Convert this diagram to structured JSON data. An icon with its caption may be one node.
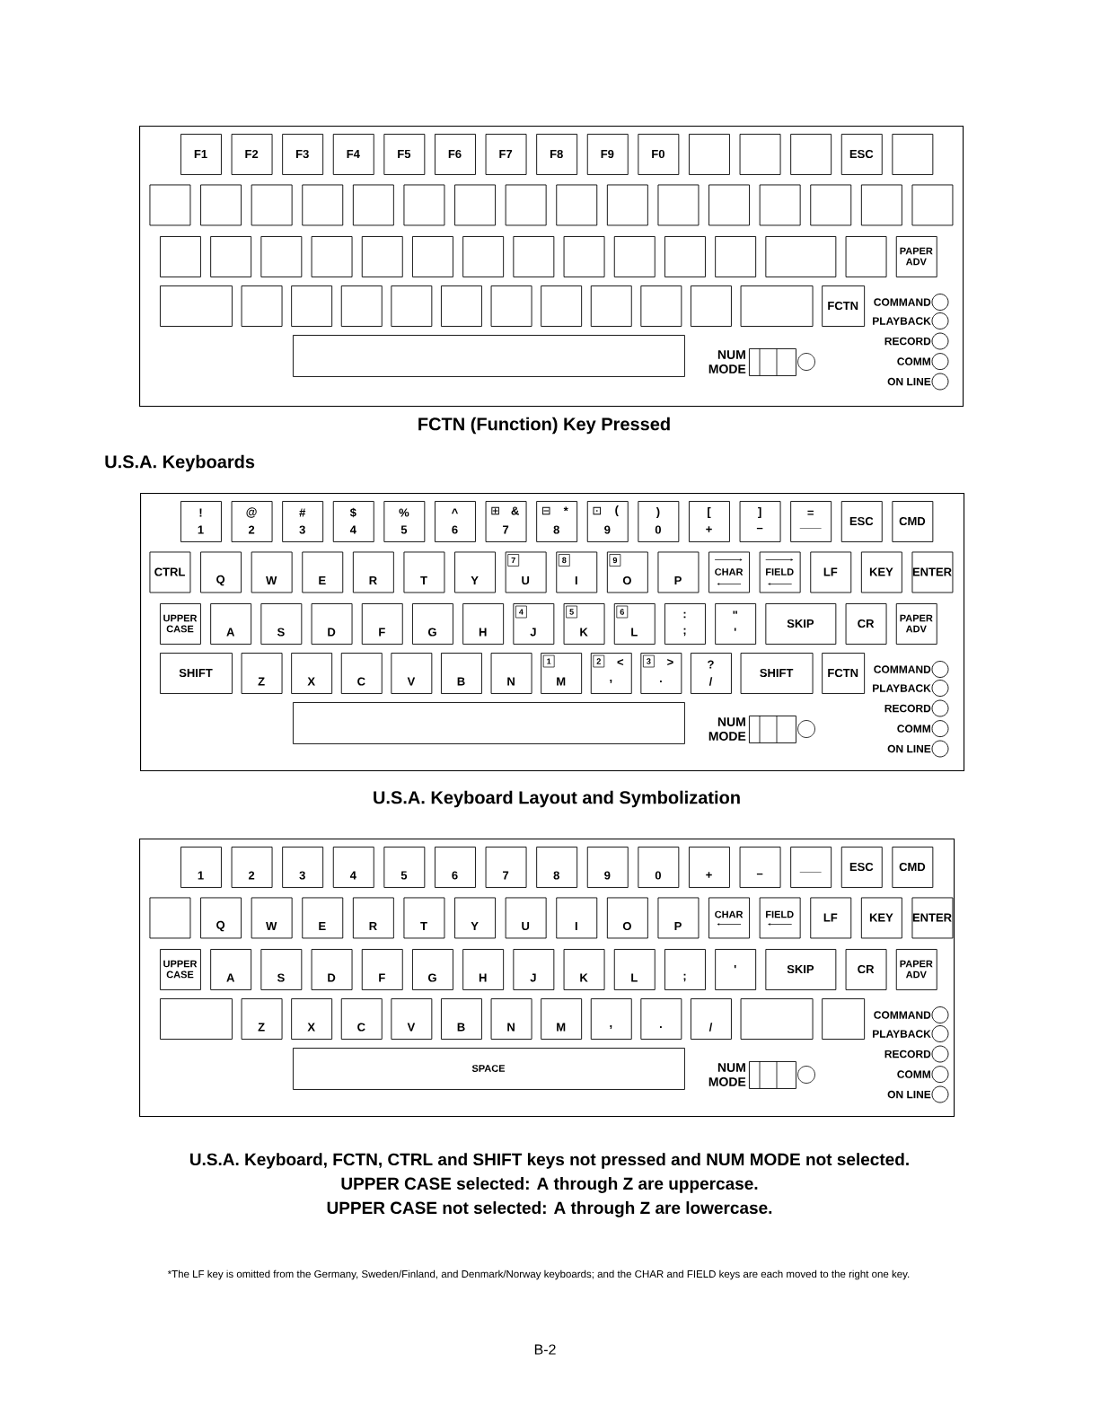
{
  "diagram": {
    "nodes": [
      {
        "text": [],
        "shape": "box"
      },
      {
        "text": [
          "F1"
        ],
        "in": 0
      },
      {
        "text": [
          "F2"
        ],
        "in": 0
      },
      {
        "text": [
          "F3"
        ],
        "in": 0
      },
      {
        "text": [
          "F4"
        ],
        "in": 0
      },
      {
        "text": [
          "F5"
        ],
        "in": 0
      },
      {
        "text": [
          "F6"
        ],
        "in": 0
      },
      {
        "text": [
          "F7"
        ],
        "in": 0
      },
      {
        "text": [
          "F8"
        ],
        "in": 0
      },
      {
        "text": [
          "F9"
        ],
        "in": 0
      },
      {
        "text": [
          "F0"
        ],
        "in": 0
      },
      {
        "text": [],
        "shape": "box",
        "in": 0
      },
      {
        "text": [],
        "shape": "box",
        "in": 0
      },
      {
        "text": [],
        "shape": "box",
        "in": 0
      },
      {
        "text": [
          "ESC"
        ],
        "in": 0
      },
      {
        "text": [],
        "shape": "box",
        "in": 0
      },
      {
        "text": [],
        "shape": "box",
        "in": 0
      },
      {
        "text": [],
        "shape": "box",
        "in": 0
      },
      {
        "text": [],
        "shape": "box",
        "in": 0
      },
      {
        "text": [],
        "shape": "box",
        "in": 0
      },
      {
        "text": [],
        "shape": "box",
        "in": 0
      },
      {
        "text": [],
        "shape": "box",
        "in": 0
      },
      {
        "text": [],
        "shape": "box",
        "in": 0
      },
      {
        "text": [],
        "shape": "box",
        "in": 0
      },
      {
        "text": [],
        "shape": "box",
        "in": 0
      },
      {
        "text": [],
        "shape": "box",
        "in": 0
      },
      {
        "text": [],
        "shape": "box",
        "in": 0
      },
      {
        "text": [],
        "shape": "box",
        "in": 0
      },
      {
        "text": [],
        "shape": "box",
        "in": 0
      },
      {
        "text": [],
        "shape": "box",
        "in": 0
      },
      {
        "text": [],
        "shape": "box",
        "in": 0
      },
      {
        "text": [],
        "shape": "box",
        "in": 0
      },
      {
        "text": [],
        "shape": "box",
        "in": 0
      },
      {
        "text": [],
        "shape": "box",
        "in": 0
      },
      {
        "text": [],
        "shape": "box",
        "in": 0
      },
      {
        "text": [],
        "shape": "box",
        "in": 0
      },
      {
        "text": [],
        "shape": "box",
        "in": 0
      },
      {
        "text": [],
        "shape": "box",
        "in": 0
      },
      {
        "text": [],
        "shape": "box",
        "in": 0
      },
      {
        "text": [],
        "shape": "box",
        "in": 0
      },
      {
        "text": [],
        "shape": "box",
        "in": 0
      },
      {
        "text": [],
        "shape": "box",
        "in": 0
      },
      {
        "text": [],
        "shape": "box",
        "in": 0
      },
      {
        "text": [],
        "shape": "box",
        "in": 0
      },
      {
        "text": [],
        "shape": "box",
        "in": 0
      },
      {
        "text": [],
        "shape": "box",
        "in": 0
      },
      {
        "text": [
          "PAPER ADV"
        ],
        "in": 0
      },
      {
        "text": [],
        "shape": "box",
        "in": 0
      },
      {
        "text": [],
        "shape": "box",
        "in": 0
      },
      {
        "text": [],
        "shape": "box",
        "in": 0
      },
      {
        "text": [],
        "shape": "box",
        "in": 0
      },
      {
        "text": [],
        "shape": "box",
        "in": 0
      },
      {
        "text": [],
        "shape": "box",
        "in": 0
      },
      {
        "text": [],
        "shape": "box",
        "in": 0
      },
      {
        "text": [],
        "shape": "box",
        "in": 0
      },
      {
        "text": [],
        "shape": "box",
        "in": 0
      },
      {
        "text": [],
        "shape": "box",
        "in": 0
      },
      {
        "text": [],
        "shape": "box",
        "in": 0
      },
      {
        "text": [],
        "shape": "box",
        "in": 0
      },
      {
        "text": [
          "FCTN"
        ],
        "in": 0
      },
      {
        "text": [],
        "shape": "box",
        "in": 0
      },
      {
        "text": [],
        "shape": "switch",
        "beside": [
          "NUM MODE"
        ],
        "in": 0
      },
      {
        "text": [],
        "shape": "circle",
        "beside": [
          "COMMAND"
        ],
        "in": 0
      },
      {
        "text": [],
        "shape": "circle",
        "beside": [
          "PLAYBACK"
        ],
        "in": 0
      },
      {
        "text": [],
        "shape": "circle",
        "beside": [
          "RECORD"
        ],
        "in": 0
      },
      {
        "text": [],
        "shape": "circle",
        "beside": [
          "COMM"
        ],
        "in": 0
      },
      {
        "text": [],
        "shape": "circle",
        "beside": [
          "ON LINE"
        ],
        "in": 0
      },
      {
        "text": [],
        "shape": "box"
      },
      {
        "text": [
          "!",
          "1"
        ],
        "in": 67
      },
      {
        "text": [
          "@",
          "2"
        ],
        "in": 67
      },
      {
        "text": [
          "#",
          "3"
        ],
        "in": 67
      },
      {
        "text": [
          "$",
          "4"
        ],
        "in": 67
      },
      {
        "text": [
          "%",
          "5"
        ],
        "in": 67
      },
      {
        "text": [
          "^",
          "6"
        ],
        "in": 67
      },
      {
        "text": [
          "⊞",
          "&",
          "7"
        ],
        "in": 67
      },
      {
        "text": [
          "⊟",
          "*",
          "8"
        ],
        "in": 67
      },
      {
        "text": [
          "⊡",
          "(",
          "9"
        ],
        "in": 67
      },
      {
        "text": [
          ")",
          "0"
        ],
        "in": 67
      },
      {
        "text": [
          "[",
          "+"
        ],
        "in": 67
      },
      {
        "text": [
          "]",
          "–"
        ],
        "in": 67
      },
      {
        "text": [
          "=",
          "_"
        ],
        "in": 67
      },
      {
        "text": [
          "ESC"
        ],
        "in": 67
      },
      {
        "text": [
          "CMD"
        ],
        "in": 67
      },
      {
        "text": [
          "CTRL"
        ],
        "in": 67
      },
      {
        "text": [
          "Q"
        ],
        "in": 67
      },
      {
        "text": [
          "W"
        ],
        "in": 67
      },
      {
        "text": [
          "E"
        ],
        "in": 67
      },
      {
        "text": [
          "R"
        ],
        "in": 67
      },
      {
        "text": [
          "T"
        ],
        "in": 67
      },
      {
        "text": [
          "Y"
        ],
        "in": 67
      },
      {
        "text": [
          "7",
          "U"
        ],
        "in": 67
      },
      {
        "text": [
          "8",
          "I"
        ],
        "in": 67
      },
      {
        "text": [
          "9",
          "O"
        ],
        "in": 67
      },
      {
        "text": [
          "P"
        ],
        "in": 67
      },
      {
        "text": [
          "CHAR"
        ],
        "in": 67
      },
      {
        "text": [
          "FIELD"
        ],
        "in": 67
      },
      {
        "text": [
          "LF"
        ],
        "in": 67
      },
      {
        "text": [
          "KEY"
        ],
        "in": 67
      },
      {
        "text": [
          "ENTER"
        ],
        "in": 67
      },
      {
        "text": [
          "UPPER CASE"
        ],
        "in": 67
      },
      {
        "text": [
          "A"
        ],
        "in": 67
      },
      {
        "text": [
          "S"
        ],
        "in": 67
      },
      {
        "text": [
          "D"
        ],
        "in": 67
      },
      {
        "text": [
          "F"
        ],
        "in": 67
      },
      {
        "text": [
          "G"
        ],
        "in": 67
      },
      {
        "text": [
          "H"
        ],
        "in": 67
      },
      {
        "text": [
          "4",
          "J"
        ],
        "in": 67
      },
      {
        "text": [
          "5",
          "K"
        ],
        "in": 67
      },
      {
        "text": [
          "6",
          "L"
        ],
        "in": 67
      },
      {
        "text": [
          ":",
          ";"
        ],
        "in": 67
      },
      {
        "text": [
          "\"",
          "'"
        ],
        "in": 67
      },
      {
        "text": [
          "SKIP"
        ],
        "in": 67
      },
      {
        "text": [
          "CR"
        ],
        "in": 67
      },
      {
        "text": [
          "PAPER ADV"
        ],
        "in": 67
      },
      {
        "text": [
          "SHIFT"
        ],
        "in": 67
      },
      {
        "text": [
          "Z"
        ],
        "in": 67
      },
      {
        "text": [
          "X"
        ],
        "in": 67
      },
      {
        "text": [
          "C"
        ],
        "in": 67
      },
      {
        "text": [
          "V"
        ],
        "in": 67
      },
      {
        "text": [
          "B"
        ],
        "in": 67
      },
      {
        "text": [
          "N"
        ],
        "in": 67
      },
      {
        "text": [
          "1",
          "M"
        ],
        "in": 67
      },
      {
        "text": [
          "2",
          "<",
          ","
        ],
        "in": 67
      },
      {
        "text": [
          "3",
          ">",
          "."
        ],
        "in": 67
      },
      {
        "text": [
          "?",
          "/"
        ],
        "in": 67
      },
      {
        "text": [
          "SHIFT"
        ],
        "in": 67
      },
      {
        "text": [
          "FCTN"
        ],
        "in": 67
      },
      {
        "text": [],
        "shape": "box",
        "in": 67
      },
      {
        "text": [],
        "shape": "switch",
        "beside": [
          "NUM MODE"
        ],
        "in": 67
      },
      {
        "text": [],
        "shape": "circle",
        "beside": [
          "COMMAND"
        ],
        "in": 67
      },
      {
        "text": [],
        "shape": "circle",
        "beside": [
          "PLAYBACK"
        ],
        "in": 67
      },
      {
        "text": [],
        "shape": "circle",
        "beside": [
          "RECORD"
        ],
        "in": 67
      },
      {
        "text": [],
        "shape": "circle",
        "beside": [
          "COMM"
        ],
        "in": 67
      },
      {
        "text": [],
        "shape": "circle",
        "beside": [
          "ON LINE"
        ],
        "in": 67
      },
      {
        "text": [],
        "shape": "box"
      },
      {
        "text": [
          "1"
        ],
        "in": 134
      },
      {
        "text": [
          "2"
        ],
        "in": 134
      },
      {
        "text": [
          "3"
        ],
        "in": 134
      },
      {
        "text": [
          "4"
        ],
        "in": 134
      },
      {
        "text": [
          "5"
        ],
        "in": 134
      },
      {
        "text": [
          "6"
        ],
        "in": 134
      },
      {
        "text": [
          "7"
        ],
        "in": 134
      },
      {
        "text": [
          "8"
        ],
        "in": 134
      },
      {
        "text": [
          "9"
        ],
        "in": 134
      },
      {
        "text": [
          "0"
        ],
        "in": 134
      },
      {
        "text": [
          "+"
        ],
        "in": 134
      },
      {
        "text": [
          "–"
        ],
        "in": 134
      },
      {
        "text": [
          "_"
        ],
        "in": 134
      },
      {
        "text": [
          "ESC"
        ],
        "in": 134
      },
      {
        "text": [
          "CMD"
        ],
        "in": 134
      },
      {
        "text": [],
        "shape": "box",
        "in": 134
      },
      {
        "text": [
          "Q"
        ],
        "in": 134
      },
      {
        "text": [
          "W"
        ],
        "in": 134
      },
      {
        "text": [
          "E"
        ],
        "in": 134
      },
      {
        "text": [
          "R"
        ],
        "in": 134
      },
      {
        "text": [
          "T"
        ],
        "in": 134
      },
      {
        "text": [
          "Y"
        ],
        "in": 134
      },
      {
        "text": [
          "U"
        ],
        "in": 134
      },
      {
        "text": [
          "I"
        ],
        "in": 134
      },
      {
        "text": [
          "O"
        ],
        "in": 134
      },
      {
        "text": [
          "P"
        ],
        "in": 134
      },
      {
        "text": [
          "CHAR"
        ],
        "in": 134
      },
      {
        "text": [
          "FIELD"
        ],
        "in": 134
      },
      {
        "text": [
          "LF"
        ],
        "in": 134
      },
      {
        "text": [
          "KEY"
        ],
        "in": 134
      },
      {
        "text": [
          "ENTER"
        ],
        "in": 134
      },
      {
        "text": [
          "UPPER CASE"
        ],
        "in": 134
      },
      {
        "text": [
          "A"
        ],
        "in": 134
      },
      {
        "text": [
          "S"
        ],
        "in": 134
      },
      {
        "text": [
          "D"
        ],
        "in": 134
      },
      {
        "text": [
          "F"
        ],
        "in": 134
      },
      {
        "text": [
          "G"
        ],
        "in": 134
      },
      {
        "text": [
          "H"
        ],
        "in": 134
      },
      {
        "text": [
          "J"
        ],
        "in": 134
      },
      {
        "text": [
          "K"
        ],
        "in": 134
      },
      {
        "text": [
          "L"
        ],
        "in": 134
      },
      {
        "text": [
          ";"
        ],
        "in": 134
      },
      {
        "text": [
          "'"
        ],
        "in": 134
      },
      {
        "text": [
          "SKIP"
        ],
        "in": 134
      },
      {
        "text": [
          "CR"
        ],
        "in": 134
      },
      {
        "text": [
          "PAPER ADV"
        ],
        "in": 134
      },
      {
        "text": [],
        "shape": "box",
        "in": 134
      },
      {
        "text": [
          "Z"
        ],
        "in": 134
      },
      {
        "text": [
          "X"
        ],
        "in": 134
      },
      {
        "text": [
          "C"
        ],
        "in": 134
      },
      {
        "text": [
          "V"
        ],
        "in": 134
      },
      {
        "text": [
          "B"
        ],
        "in": 134
      },
      {
        "text": [
          "N"
        ],
        "in": 134
      },
      {
        "text": [
          "M"
        ],
        "in": 134
      },
      {
        "text": [
          ","
        ],
        "in": 134
      },
      {
        "text": [
          "."
        ],
        "in": 134
      },
      {
        "text": [
          "/"
        ],
        "in": 134
      },
      {
        "text": [],
        "shape": "box",
        "in": 134
      },
      {
        "text": [],
        "shape": "box",
        "in": 134
      },
      {
        "text": [
          "SPACE"
        ],
        "in": 134
      },
      {
        "text": [],
        "shape": "switch",
        "beside": [
          "NUM MODE"
        ],
        "in": 134
      },
      {
        "text": [],
        "shape": "circle",
        "beside": [
          "COMMAND"
        ],
        "in": 134
      },
      {
        "text": [],
        "shape": "circle",
        "beside": [
          "PLAYBACK"
        ],
        "in": 134
      },
      {
        "text": [],
        "shape": "circle",
        "beside": [
          "RECORD"
        ],
        "in": 134
      },
      {
        "text": [],
        "shape": "circle",
        "beside": [
          "COMM"
        ],
        "in": 134
      },
      {
        "text": [],
        "shape": "circle",
        "beside": [
          "ON LINE"
        ],
        "in": 134
      }
    ],
    "labels": [
      "FCTN (Function) Key Pressed",
      "U.S.A. Keyboards",
      "U.S.A. Keyboard Layout and Symbolization",
      "U.S.A. Keyboard, FCTN, CTRL and SHIFT keys not pressed and NUM MODE not selected.",
      "UPPER CASE selected: A through Z are uppercase.",
      "UPPER CASE not selected: A through Z are lowercase.",
      "*The LF key is omitted from the Germany, Sweden/Finland, and Denmark/Norway keyboards; and the CHAR and FIELD keys are each moved to the right one key.",
      "B-2"
    ]
  }
}
